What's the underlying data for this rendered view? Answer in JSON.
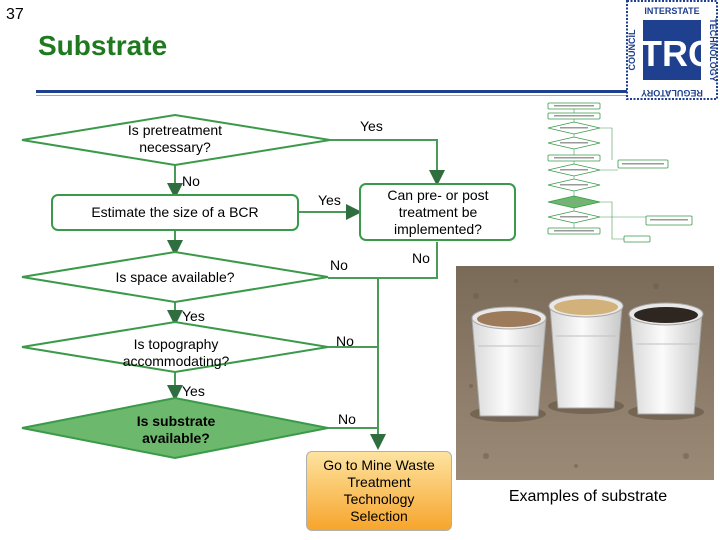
{
  "slide_number": "37",
  "title": "Substrate",
  "logo": {
    "interstate": "INTERSTATE",
    "technology": "TECHNOLOGY",
    "regulatory": "REGULATORY",
    "council": "COUNCIL",
    "mark": "ITRC"
  },
  "nodes": {
    "pretreatment": "Is pretreatment necessary?",
    "estimate": "Estimate the size of a BCR",
    "space": "Is space available?",
    "topography": "Is topography accommodating?",
    "substrate": "Is substrate available?",
    "prepost": "Can pre- or post treatment be implemented?",
    "goto": "Go to Mine Waste Treatment Technology Selection"
  },
  "edges": {
    "pretreat_yes": "Yes",
    "pretreat_no": "No",
    "estimate_yes": "Yes",
    "space_no": "No",
    "prepost_no": "No",
    "space_yes": "Yes",
    "topo_no": "No",
    "topo_yes": "Yes",
    "substrate_no": "No"
  },
  "photo": {
    "caption": "Examples of substrate"
  },
  "colors": {
    "title": "#1f7a1f",
    "rule": "#1f3f8f",
    "diamond_fill": "#ffffff",
    "diamond_stroke": "#3a9a4a",
    "active_fill": "#6cb86c",
    "goto_fill": "#f7a52c",
    "connector": "#4a9a58",
    "arrow": "#2f6f3f"
  }
}
